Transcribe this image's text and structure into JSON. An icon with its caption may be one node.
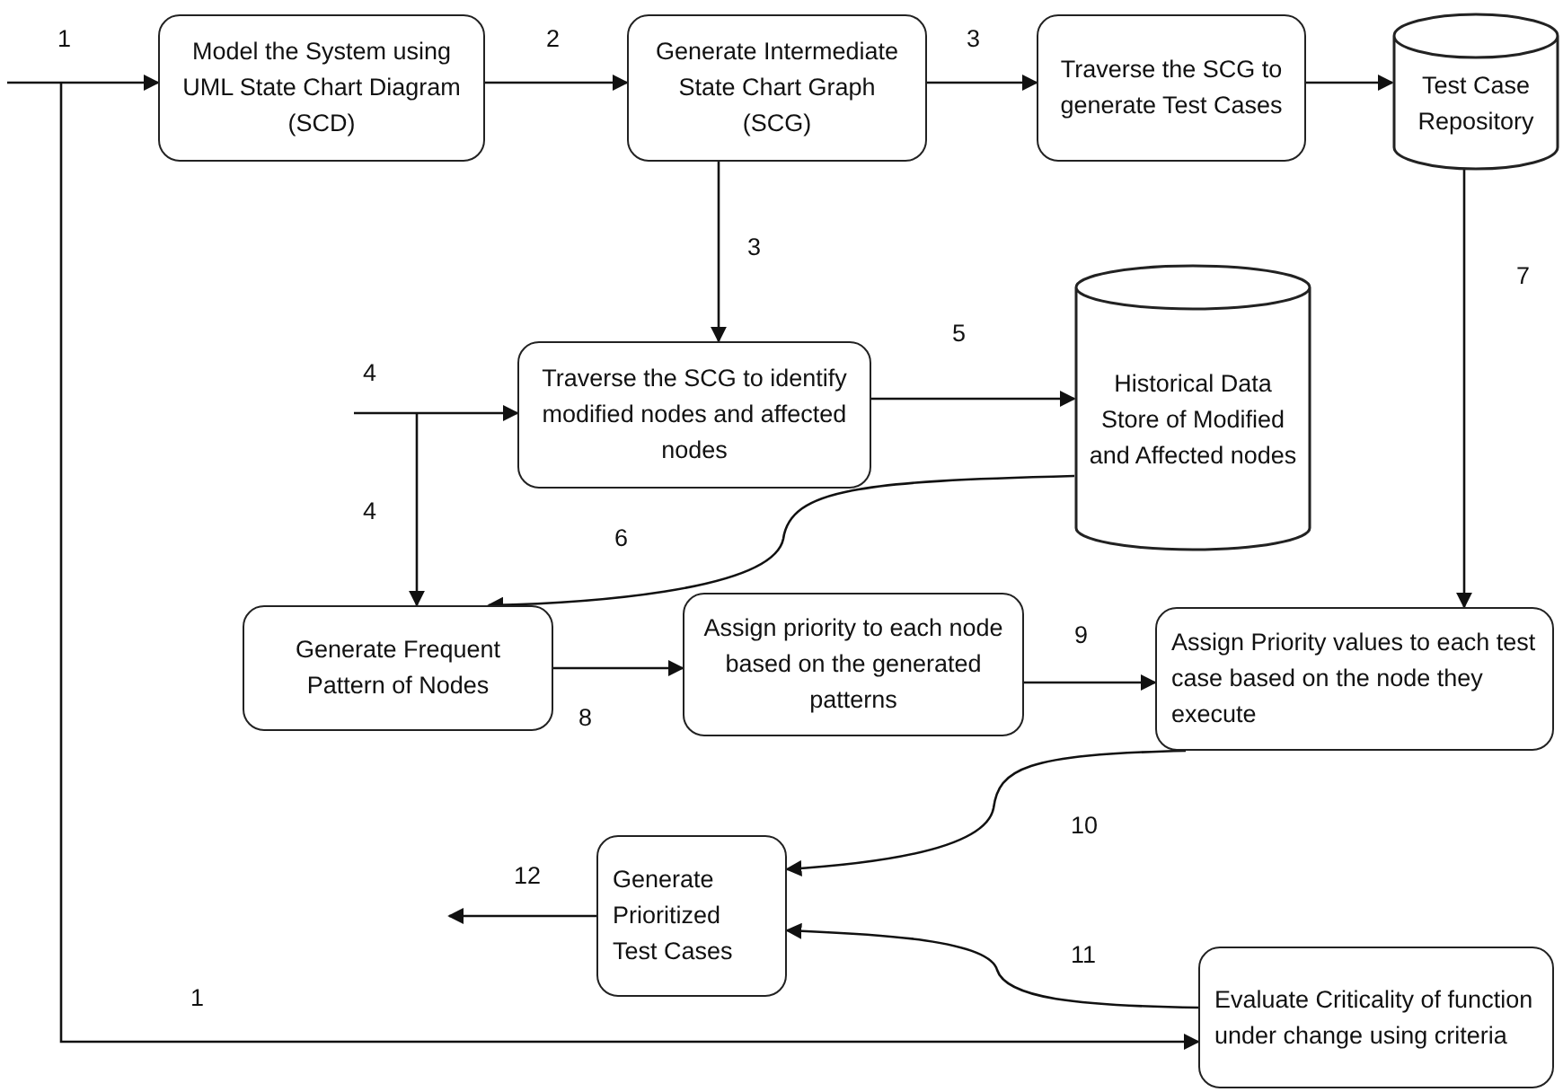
{
  "diagram": {
    "nodes": [
      {
        "text": [
          "Model  the System using UML State Chart Diagram (SCD)"
        ]
      },
      {
        "text": [
          "Generate Intermediate State Chart Graph (SCG)"
        ]
      },
      {
        "text": [
          "Traverse the SCG to generate  Test Cases"
        ]
      },
      {
        "text": [
          "Test Case Repository"
        ]
      },
      {
        "text": [
          "Traverse the SCG to identify modified nodes and affected nodes"
        ]
      },
      {
        "text": [
          "Historical Data Store of Modified and Affected nodes"
        ]
      },
      {
        "text": [
          "Generate Frequent Pattern of Nodes"
        ]
      },
      {
        "text": [
          "Assign priority to each node based on the generated patterns"
        ]
      },
      {
        "text": [
          "Assign Priority values to each test case based on the node they execute"
        ]
      },
      {
        "text": [
          "Generate Prioritized Test Cases"
        ]
      },
      {
        "text": [
          "Evaluate Criticality of function under change using criteria"
        ]
      }
    ],
    "edges": [
      {
        "from": null,
        "to": 0,
        "arrow": "to",
        "label": "1"
      },
      {
        "from": null,
        "to": 10,
        "arrow": "to",
        "label": "1"
      },
      {
        "from": 0,
        "to": 1,
        "arrow": "to",
        "label": "2"
      },
      {
        "from": 1,
        "to": 2,
        "arrow": "to",
        "label": "3"
      },
      {
        "from": 2,
        "to": 3,
        "arrow": "to"
      },
      {
        "from": 1,
        "to": 4,
        "arrow": "to",
        "label": "3"
      },
      {
        "from": null,
        "to": 4,
        "arrow": "to",
        "label": "4"
      },
      {
        "from": null,
        "to": 6,
        "arrow": "to",
        "label": "4"
      },
      {
        "from": 4,
        "to": 5,
        "arrow": "to",
        "label": "5"
      },
      {
        "from": 5,
        "to": 6,
        "arrow": "to",
        "label": "6"
      },
      {
        "from": 3,
        "to": 8,
        "arrow": "to",
        "label": "7"
      },
      {
        "from": 6,
        "to": 7,
        "arrow": "to",
        "label": "8"
      },
      {
        "from": 7,
        "to": 8,
        "arrow": "to",
        "label": "9"
      },
      {
        "from": 8,
        "to": 9,
        "arrow": "to",
        "label": "10"
      },
      {
        "from": 10,
        "to": 9,
        "arrow": "to",
        "label": "11"
      },
      {
        "from": 9,
        "to": null,
        "arrow": "to",
        "label": "12"
      }
    ]
  }
}
